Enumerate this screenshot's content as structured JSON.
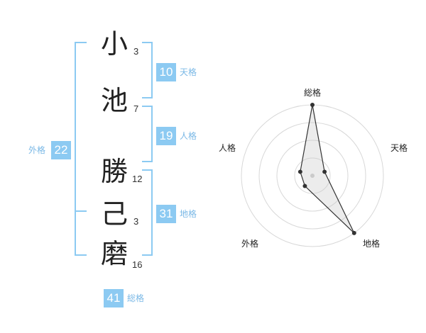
{
  "name": {
    "chars": [
      "小",
      "池",
      "勝",
      "己",
      "磨"
    ],
    "strokes": [
      "3",
      "7",
      "12",
      "3",
      "16"
    ]
  },
  "kakusu": {
    "tenkaku": {
      "value": "10",
      "label": "天格"
    },
    "jinkaku": {
      "value": "19",
      "label": "人格"
    },
    "chikaku": {
      "value": "31",
      "label": "地格"
    },
    "gaikaku": {
      "value": "22",
      "label": "外格"
    },
    "soukaku": {
      "value": "41",
      "label": "総格"
    }
  },
  "radar": {
    "axes": [
      "総格",
      "天格",
      "地格",
      "外格",
      "人格"
    ],
    "levels": [
      5,
      1,
      5,
      1,
      1
    ],
    "max": 5
  },
  "colors": {
    "accent": "#8ccaf2",
    "accent_text": "#7ab8e6",
    "bracket": "#8ccaf2"
  }
}
